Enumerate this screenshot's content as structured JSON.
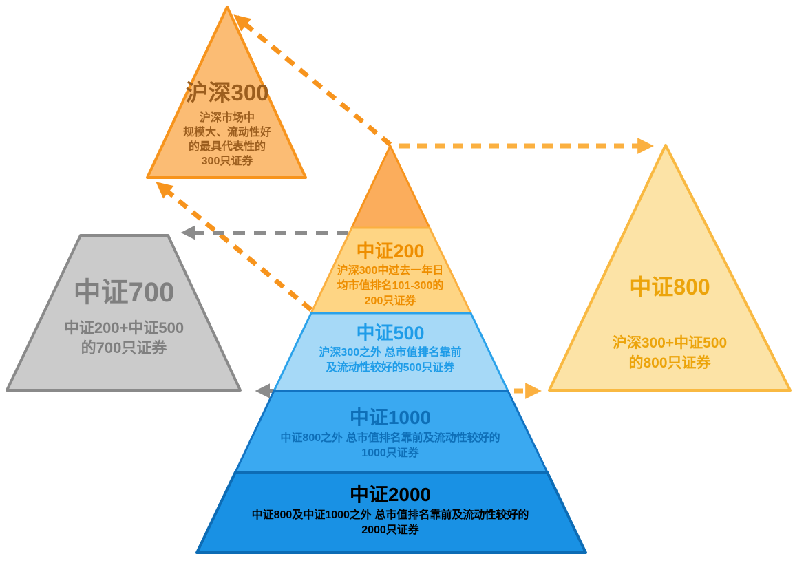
{
  "canvas": {
    "background": "#FFFFFF"
  },
  "hs300": {
    "title": "沪深300",
    "desc_lines": [
      "沪深市场中",
      "规模大、流动性好",
      "的最具代表性的",
      "300只证券"
    ],
    "fill": "#FBBC74",
    "stroke": "#F7941D",
    "text_color": "#9C5E1E"
  },
  "csi700": {
    "title": "中证700",
    "desc_lines": [
      "中证200+中证500",
      "的700只证券"
    ],
    "fill": "#CBCBCB",
    "stroke": "#8A8A8A",
    "text_color": "#7F7F7F"
  },
  "csi800": {
    "title": "中证800",
    "desc_lines": [
      "沪深300+中证500",
      "的800只证券"
    ],
    "fill": "#FCE3A6",
    "stroke": "#F9B942",
    "text_color": "#ECA40B"
  },
  "pyramid": {
    "cap": {
      "fill": "#FBAD5C",
      "stroke": "#F7941D"
    },
    "csi200": {
      "title": "中证200",
      "desc_lines": [
        "沪深300中过去一年日",
        "均市值排名101-300的",
        "200只证券"
      ],
      "fill": "#FED584",
      "stroke": "#FBB040",
      "text_color": "#EE8E00"
    },
    "csi500": {
      "title": "中证500",
      "desc_lines": [
        "沪深300之外 总市值排名靠前",
        "及流动性较好的500只证券"
      ],
      "fill": "#A6D9F7",
      "stroke": "#2BA2EA",
      "text_color": "#1E9CE8"
    },
    "csi1000": {
      "title": "中证1000",
      "desc_lines": [
        "中证800之外 总市值排名靠前及流动性较好的",
        "1000只证券"
      ],
      "fill": "#3AA9F1",
      "stroke": "#1273C2",
      "text_color": "#0E6FB8"
    },
    "csi2000": {
      "title": "中证2000",
      "desc_lines": [
        "中证800及中证1000之外 总市值排名靠前及流动性较好的",
        "2000只证券"
      ],
      "fill": "#1991E4",
      "stroke": "#0D6CB5",
      "text_color": "#000000"
    }
  },
  "arrow_colors": {
    "orange": "#F7941D",
    "yellow": "#FBB040",
    "gray": "#8C8C8C"
  }
}
